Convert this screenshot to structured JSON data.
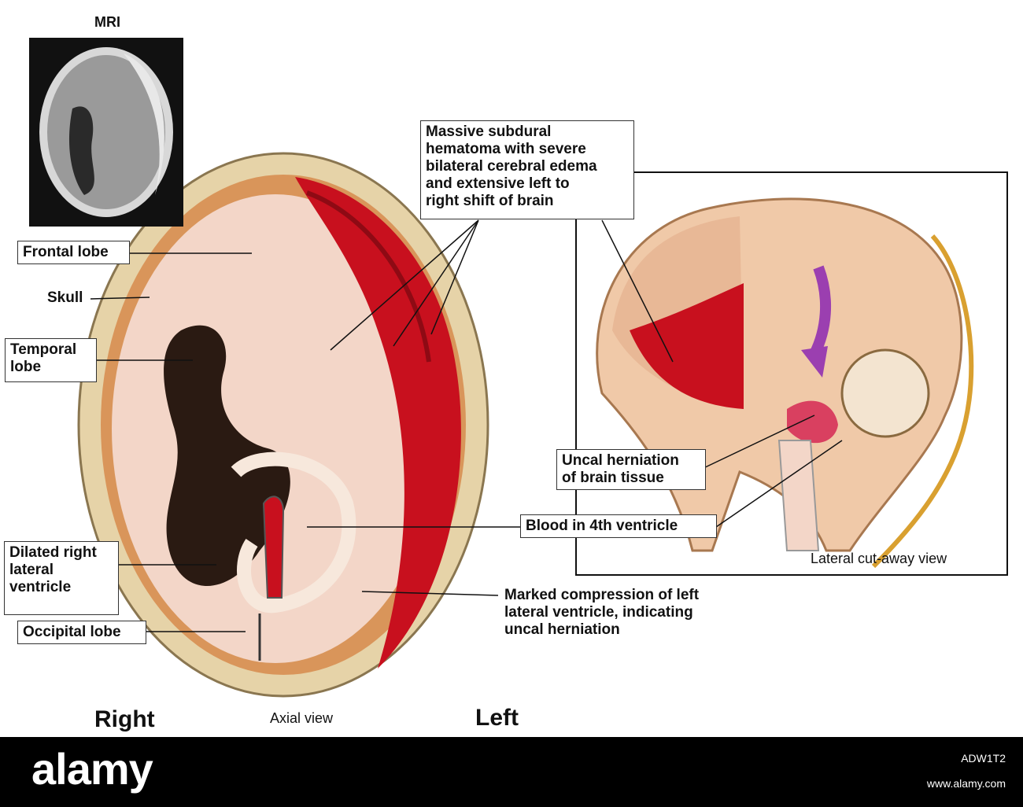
{
  "mri": {
    "title": "MRI"
  },
  "labels": {
    "frontal_lobe": "Frontal lobe",
    "skull": "Skull",
    "temporal_lobe": "Temporal\nlobe",
    "dilated_ventricle": "Dilated right\nlateral\nventricle",
    "occipital_lobe": "Occipital lobe",
    "subdural": "Massive subdural\nhematoma with severe\nbilateral cerebral edema\nand extensive left to\nright shift of brain",
    "uncal": "Uncal herniation\nof brain tissue",
    "blood_4th": "Blood in 4th ventricle",
    "compression": "Marked compression of left\nlateral ventricle, indicating\nuncal herniation",
    "lateral_view": "Lateral cut-away view",
    "right": "Right",
    "axial_view": "Axial view",
    "left": "Left"
  },
  "watermark": {
    "logo": "alamy",
    "image_id": "ADW1T2",
    "url": "www.alamy.com"
  },
  "colors": {
    "hematoma": "#c8101e",
    "cortex": "#d9955a",
    "white_matter": "#f3d6c8",
    "skull": "#e6d3a8",
    "ventricle": "#2a1a12",
    "arrow": "#9b3fb0"
  }
}
